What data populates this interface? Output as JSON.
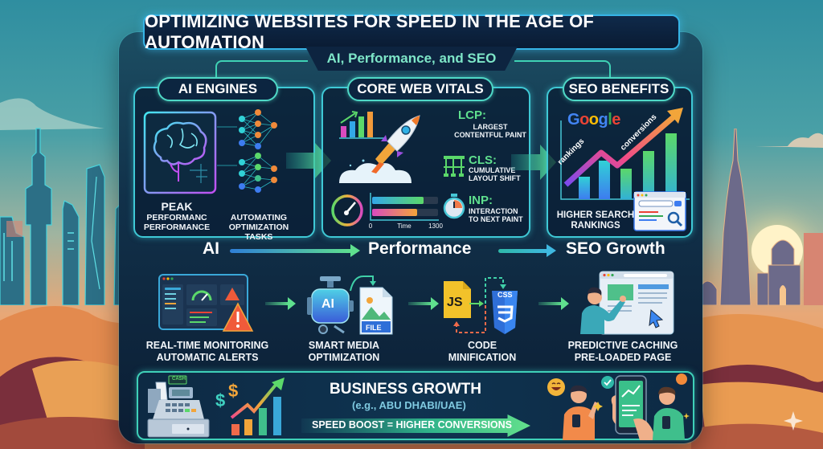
{
  "header": {
    "title": "OPTIMIZING WEBSITES FOR SPEED IN THE AGE OF AUTOMATION",
    "subtitle": "AI, Performance, and SEO"
  },
  "sections": {
    "ai_engines": {
      "title": "AI ENGINES",
      "brain_label_line1": "PEAK",
      "brain_label_line2": "PERFORMANC",
      "brain_label_line3": "PERFORMANCE",
      "network_label_line1": "AUTOMATING",
      "network_label_line2": "OPTIMIZATION TASKS",
      "icons": [
        "brain-icon",
        "neural-network-icon"
      ]
    },
    "core_web_vitals": {
      "title": "CORE WEB VITALS",
      "metrics": [
        {
          "abbr": "LCP:",
          "line1": "LARGEST",
          "line2": "CONTENTFUL PAINT",
          "icon": "rocket-icon"
        },
        {
          "abbr": "CLS:",
          "line1": "CUMULATIVE",
          "line2": "LAYOUT SHIFT",
          "icon": "layout-grid-icon"
        },
        {
          "abbr": "INP:",
          "line1": "INTERACTION",
          "line2": "TO NEXT PAINT",
          "icon": "stopwatch-icon"
        }
      ],
      "timeline": {
        "start": "0",
        "label": "Time",
        "end": "1300"
      }
    },
    "seo_benefits": {
      "title": "SEO BENEFITS",
      "brand": "Google",
      "curve_label_1": "rankings",
      "curve_label_2": "conversions",
      "label_line1": "HIGHER SEARCH",
      "label_line2": "RANKINGS"
    }
  },
  "flow": {
    "step1": "AI",
    "step2": "Performance",
    "step3": "SEO Growth"
  },
  "features": [
    {
      "line1": "REAL-TIME MONITORING",
      "line2": "AUTOMATIC ALERTS",
      "icon": "dashboard-alert-icon"
    },
    {
      "line1": "SMART MEDIA",
      "line2": "OPTIMIZATION",
      "icon": "ai-compressor-icon",
      "badge": "AI",
      "file_label": "FILE"
    },
    {
      "line1": "CODE",
      "line2": "MINIFICATION",
      "icon": "js-css-icon",
      "js_label": "JS",
      "css_label": "CSS"
    },
    {
      "line1": "PREDICTIVE CACHING",
      "line2": "PRE-LOADED PAGE",
      "icon": "browser-user-icon"
    }
  ],
  "banner": {
    "title": "BUSINESS GROWTH",
    "subtitle": "(e.g., ABU DHABI/UAE)",
    "arrow_text": "SPEED BOOST = HIGHER CONVERSIONS",
    "register_label": "CASH",
    "currency_symbol": "$"
  },
  "colors": {
    "accent_cyan": "#3fc9d6",
    "accent_green": "#5fe08e",
    "panel_dark": "#0b1d33",
    "subtitle_teal": "#7ee6c8"
  }
}
